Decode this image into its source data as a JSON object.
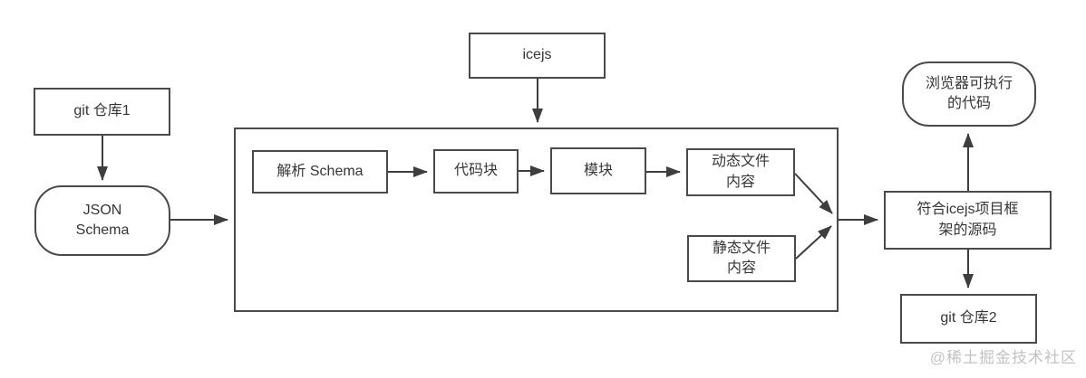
{
  "diagram": {
    "nodes": {
      "git_repo1": {
        "label": "git 仓库1"
      },
      "json_schema": {
        "label": "JSON\nSchema"
      },
      "icejs": {
        "label": "icejs"
      },
      "parse_schema": {
        "label": "解析 Schema"
      },
      "code_block": {
        "label": "代码块"
      },
      "module": {
        "label": "模块"
      },
      "dynamic_file": {
        "label": "动态文件\n内容"
      },
      "static_file": {
        "label": "静态文件\n内容"
      },
      "source_code": {
        "label": "符合icejs项目框\n架的源码"
      },
      "browser_code": {
        "label": "浏览器可执行\n的代码"
      },
      "git_repo2": {
        "label": "git 仓库2"
      }
    },
    "watermark": "@稀土掘金技术社区",
    "colors": {
      "line": "#3e3e3e",
      "border": "#4a4a4a",
      "text": "#363636",
      "watermark": "#c3c3c3",
      "background": "#ffffff"
    }
  }
}
